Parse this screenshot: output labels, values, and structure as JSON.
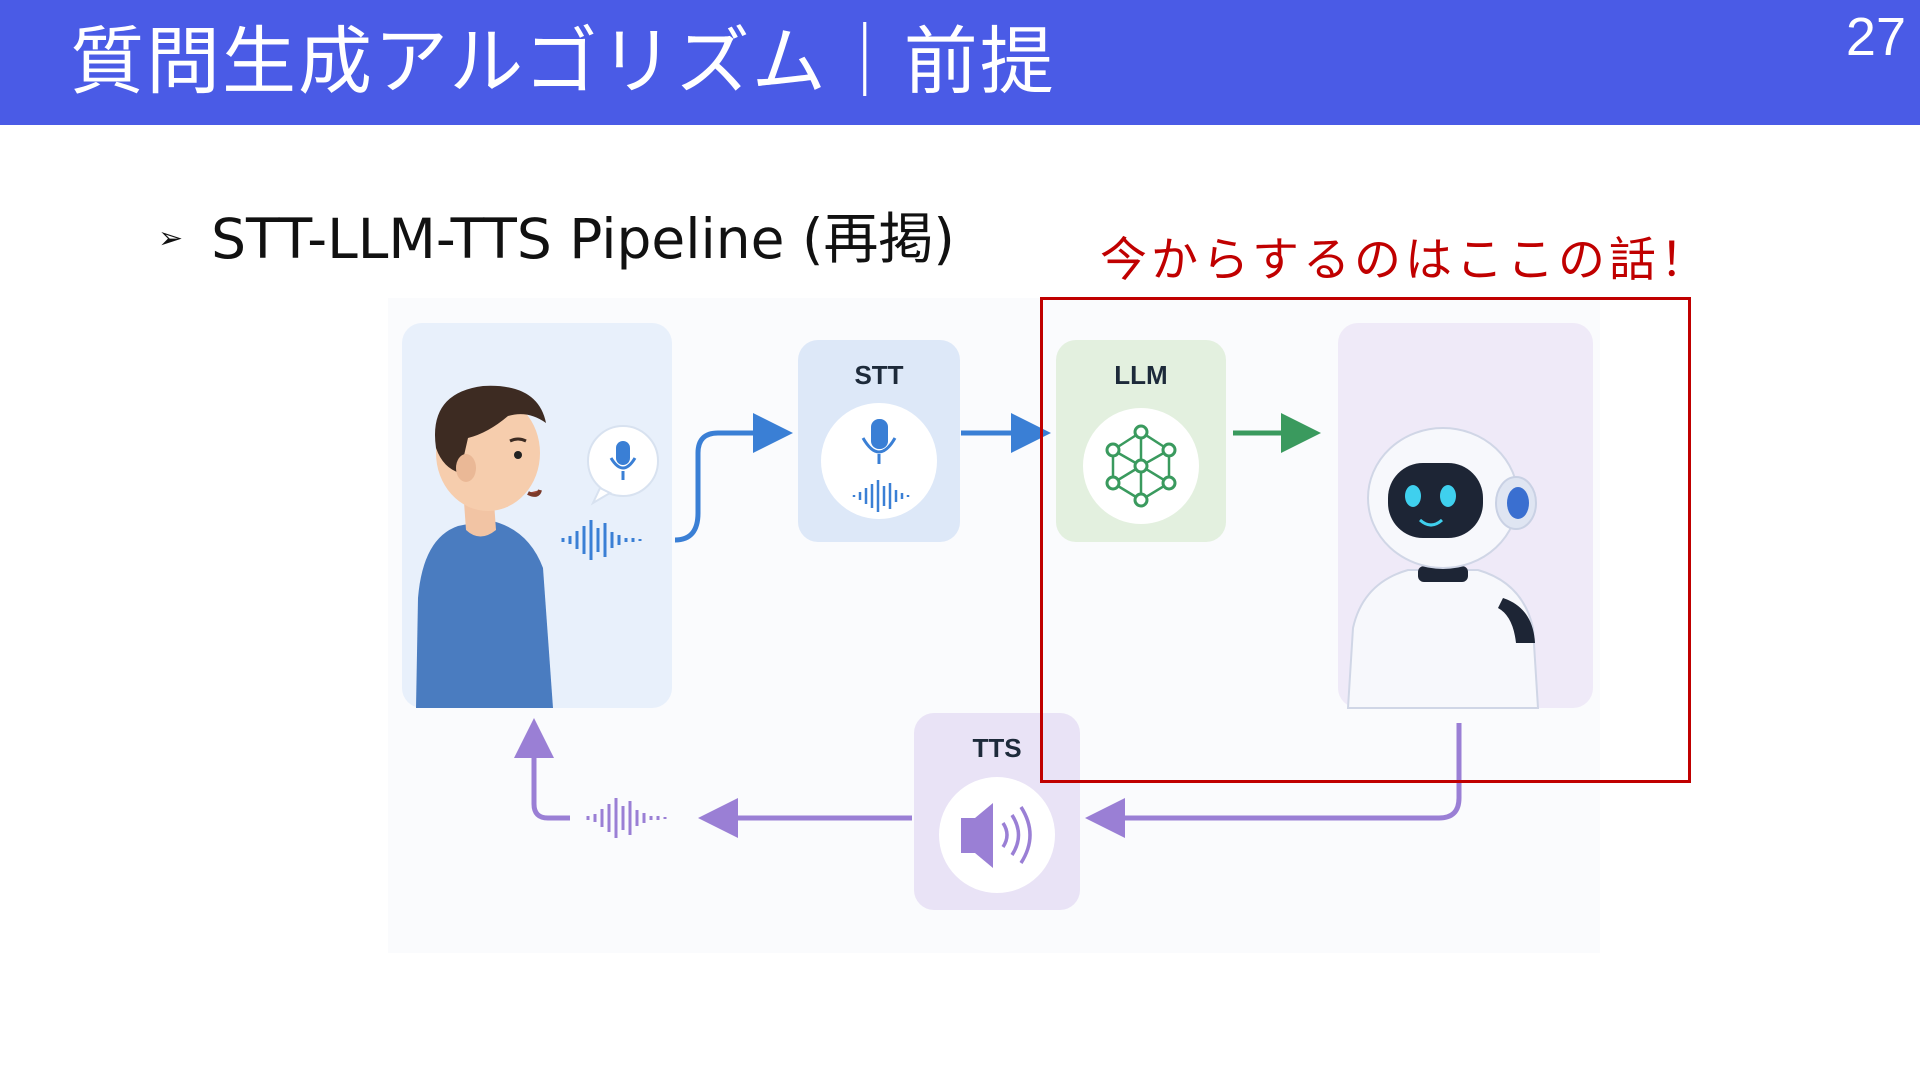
{
  "slide": {
    "title": "質問生成アルゴリズム｜前提",
    "page_number": "27",
    "bullet_marker": "➢",
    "bullet_text": "STT-LLM-TTS Pipeline (再掲)",
    "callout": "今からするのはここの話！"
  },
  "diagram": {
    "stt_label": "STT",
    "llm_label": "LLM",
    "tts_label": "TTS"
  },
  "colors": {
    "header": "#4a5be6",
    "callout": "#c00000",
    "stt_blue": "#3a7fd5",
    "llm_green": "#3a9a5e",
    "tts_purple": "#9a7fd5"
  }
}
